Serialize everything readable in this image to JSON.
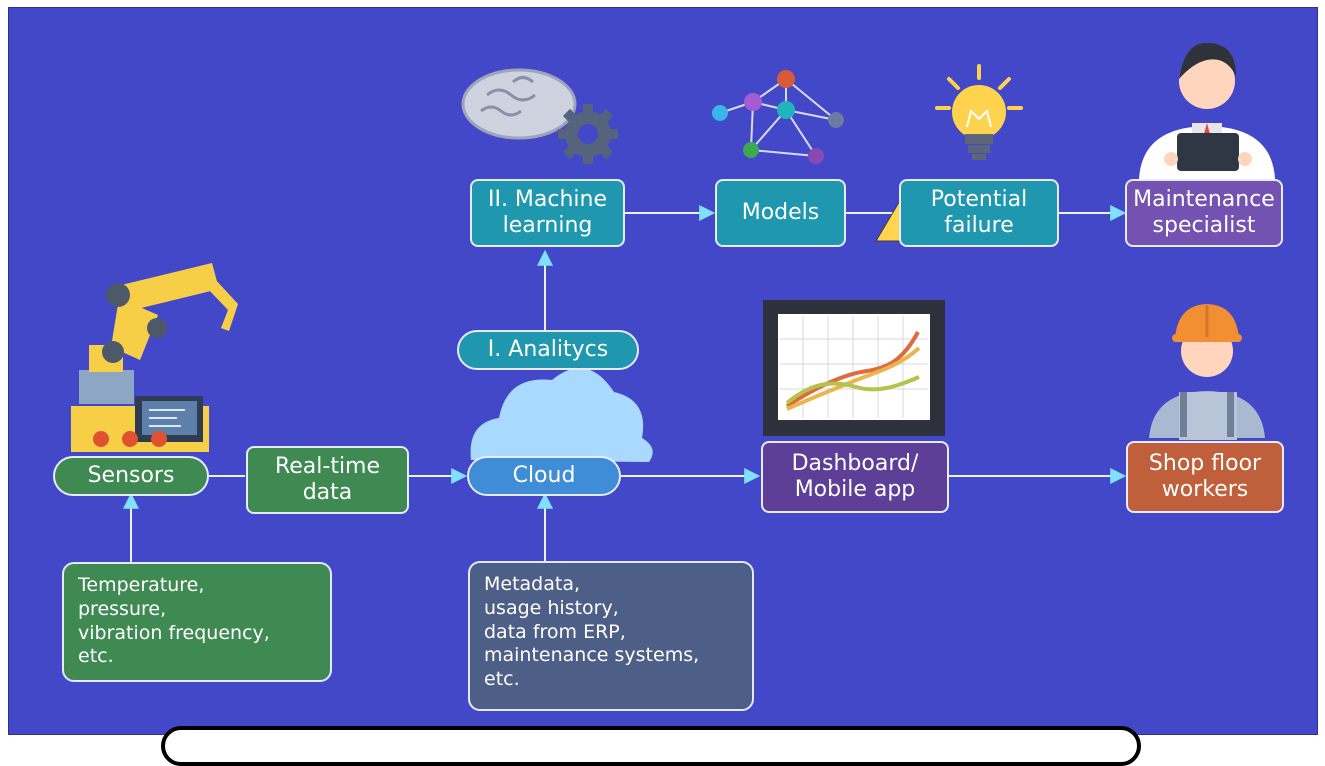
{
  "nodes": {
    "machine_learning": "II. Machine\nlearning",
    "models": "Models",
    "potential_failure": "Potential\nfailure",
    "maintenance_specialist": "Maintenance\nspecialist",
    "analytics": "I. Analitycs",
    "sensors": "Sensors",
    "realtime_data": "Real-time\ndata",
    "cloud": "Cloud",
    "dashboard": "Dashboard/\nMobile app",
    "shop_floor_workers": "Shop floor\nworkers"
  },
  "notes": {
    "sensor_inputs": "Temperature,\npressure,\nvibration frequency,\netc.",
    "cloud_inputs": "Metadata,\nusage history,\n data from ERP,\nmaintenance systems,\netc."
  },
  "colors": {
    "background": "#4348c9",
    "teal": "#1f97ae",
    "green": "#3f8a53",
    "blue": "#3f8cd7",
    "purple": "#5d3f98",
    "orange": "#bf5f3b"
  }
}
